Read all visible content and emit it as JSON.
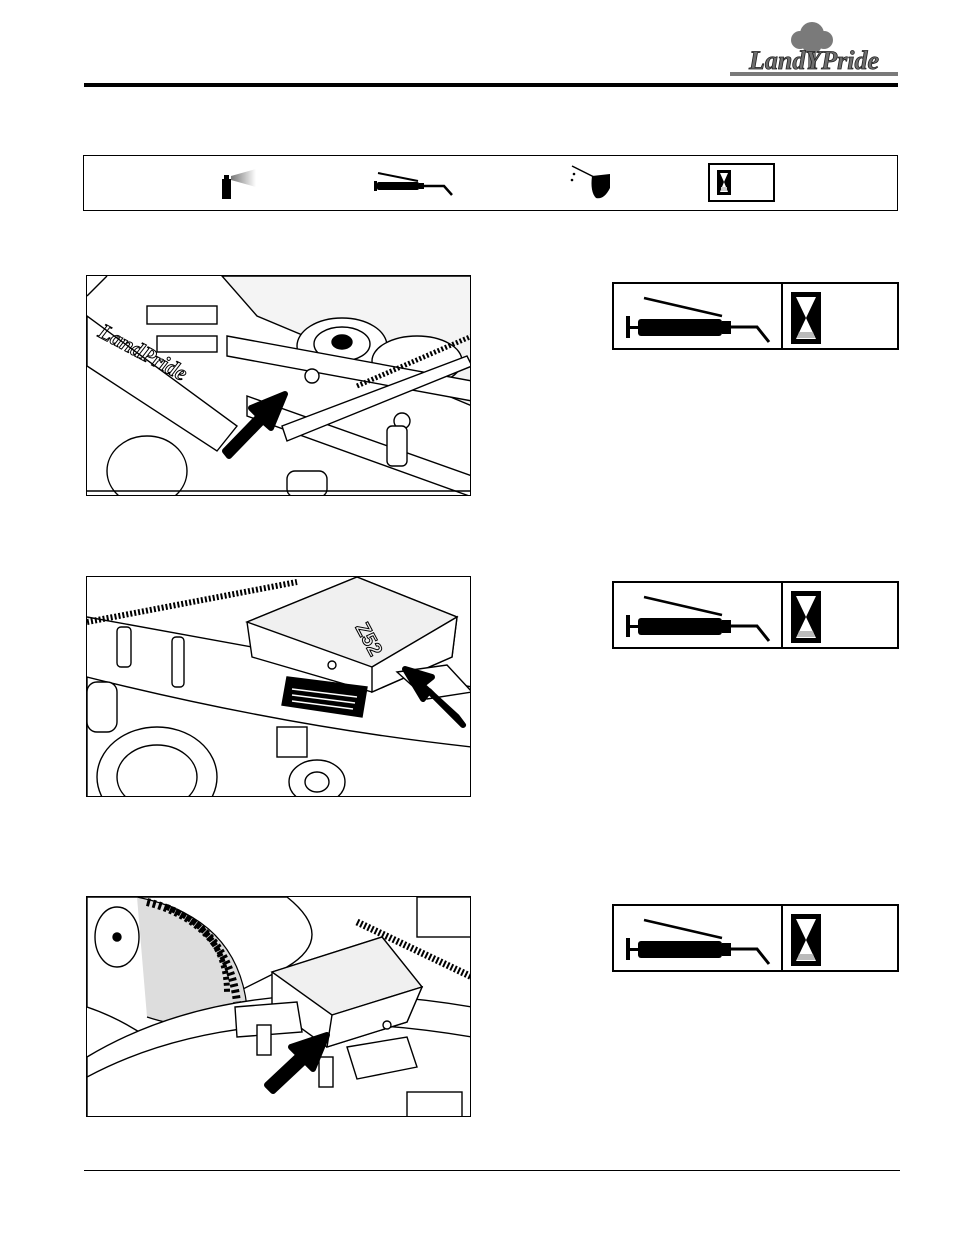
{
  "header": {
    "logo_text": "LandYPride"
  },
  "legend": {
    "icons": [
      "spray-can-icon",
      "grease-gun-icon",
      "oil-can-icon",
      "hourglass-icon"
    ]
  },
  "figures": [
    {
      "panel_icons": [
        "grease-gun-icon",
        "hourglass-icon"
      ],
      "decal_text": "LandPride"
    },
    {
      "panel_icons": [
        "grease-gun-icon",
        "hourglass-icon"
      ],
      "decal_text": "Z52"
    },
    {
      "panel_icons": [
        "grease-gun-icon",
        "hourglass-icon"
      ]
    }
  ],
  "colors": {
    "ink": "#000000",
    "logo_gray": "#7a7a7a",
    "paper": "#ffffff"
  }
}
